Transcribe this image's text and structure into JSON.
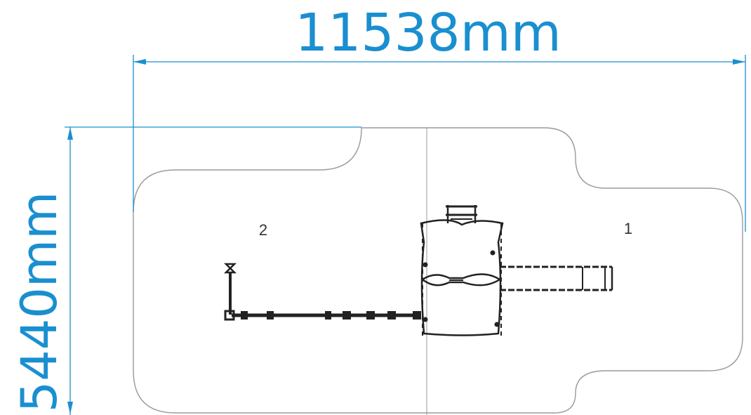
{
  "dimensions": {
    "width_label": "11538mm",
    "height_label": "5440mm"
  },
  "zones": [
    {
      "label": "2"
    },
    {
      "label": "1"
    }
  ],
  "colors": {
    "dimension": "#1a8fd0",
    "outline": "#9a9a9a",
    "equipment": "#222222",
    "background": "#ffffff"
  }
}
